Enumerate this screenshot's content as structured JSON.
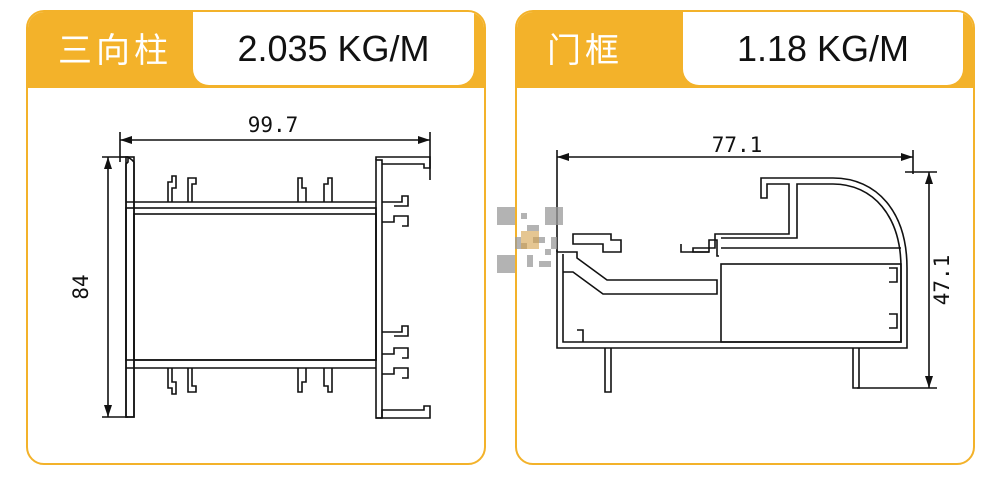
{
  "panels": [
    {
      "name": "三向柱",
      "weight": "2.035 KG/M",
      "dimensions": {
        "width": "99.7",
        "height": "84"
      }
    },
    {
      "name": "门框",
      "weight": "1.18 KG/M",
      "dimensions": {
        "width": "77.1",
        "height": "47.1"
      }
    }
  ],
  "colors": {
    "accent": "#f3b22a",
    "line": "#111111"
  }
}
